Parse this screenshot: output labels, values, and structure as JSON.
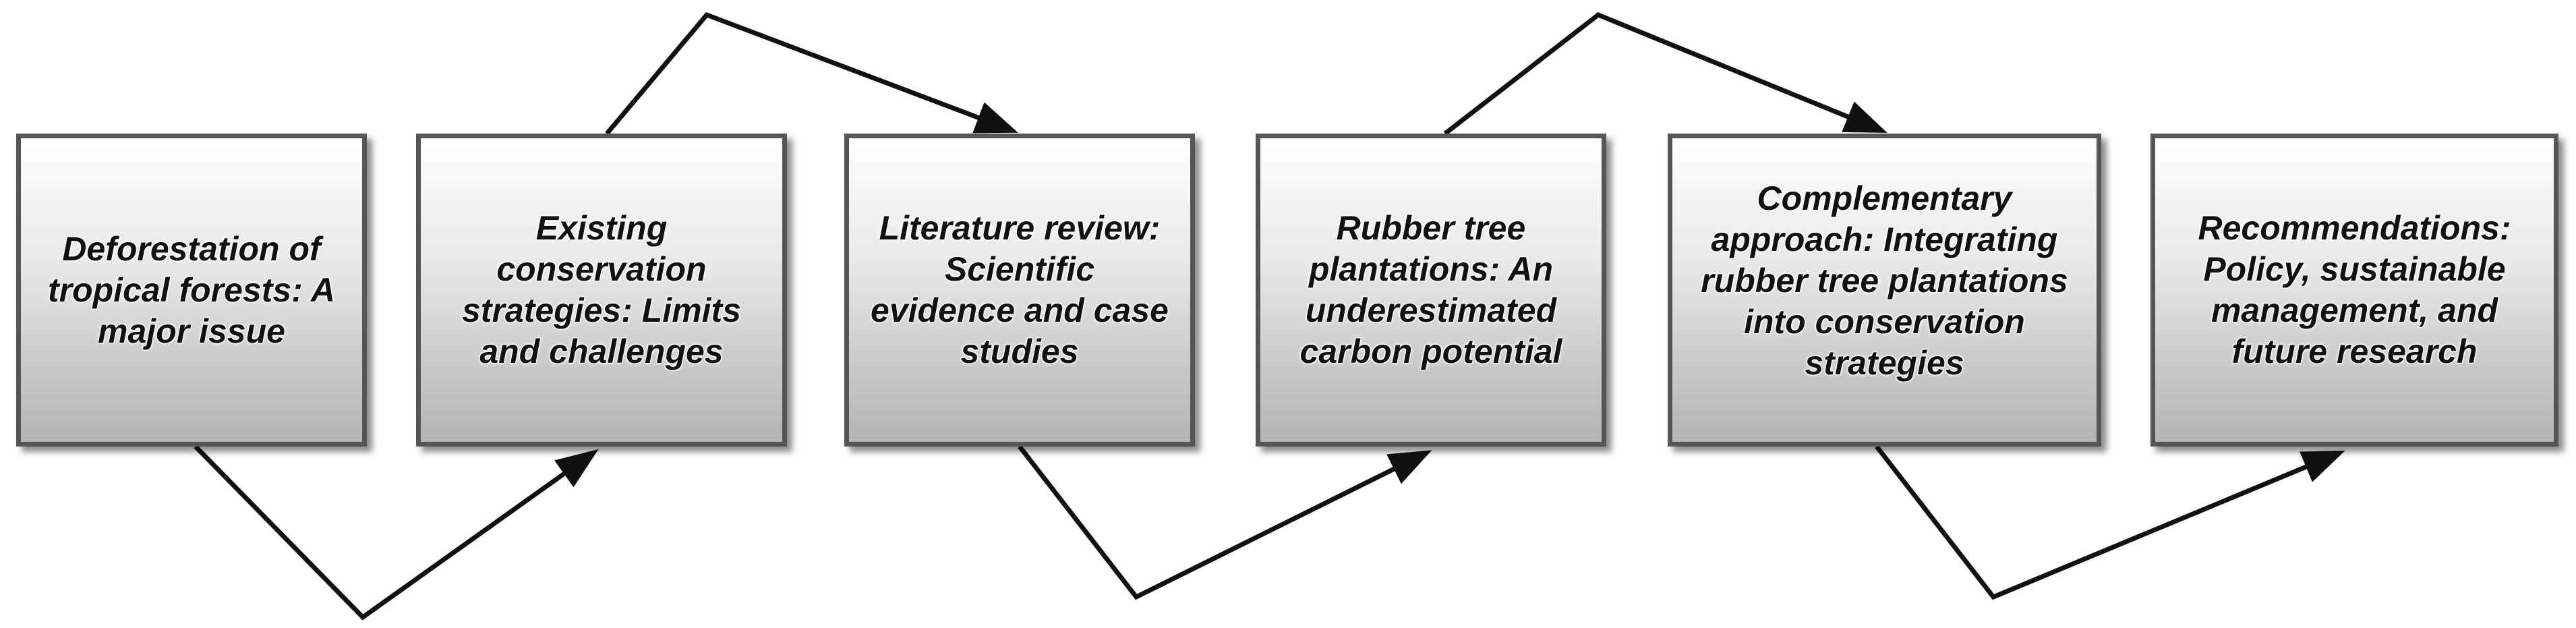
{
  "diagram": {
    "steps": [
      {
        "label": "Deforestation of\ntropical forests: A\nmajor issue"
      },
      {
        "label": "Existing\nconservation\nstrategies: Limits\nand challenges"
      },
      {
        "label": "Literature review:\nScientific\nevidence and case\nstudies"
      },
      {
        "label": "Rubber tree\nplantations: An\nunderestimated\ncarbon potential"
      },
      {
        "label": "Complementary\napproach: Integrating\nrubber tree plantations\ninto conservation\nstrategies"
      },
      {
        "label": "Recommendations:\nPolicy, sustainable\nmanagement, and\nfuture research"
      }
    ],
    "connectors": [
      {
        "from": 1,
        "to": 2,
        "route": "below"
      },
      {
        "from": 2,
        "to": 3,
        "route": "above"
      },
      {
        "from": 3,
        "to": 4,
        "route": "below"
      },
      {
        "from": 4,
        "to": 5,
        "route": "above"
      },
      {
        "from": 5,
        "to": 6,
        "route": "below"
      }
    ],
    "colors": {
      "box_border": "#555555",
      "box_fill_top": "#fefefe",
      "box_fill_bottom": "#b4b4b4",
      "arrow": "#111111",
      "text": "#111111"
    }
  }
}
